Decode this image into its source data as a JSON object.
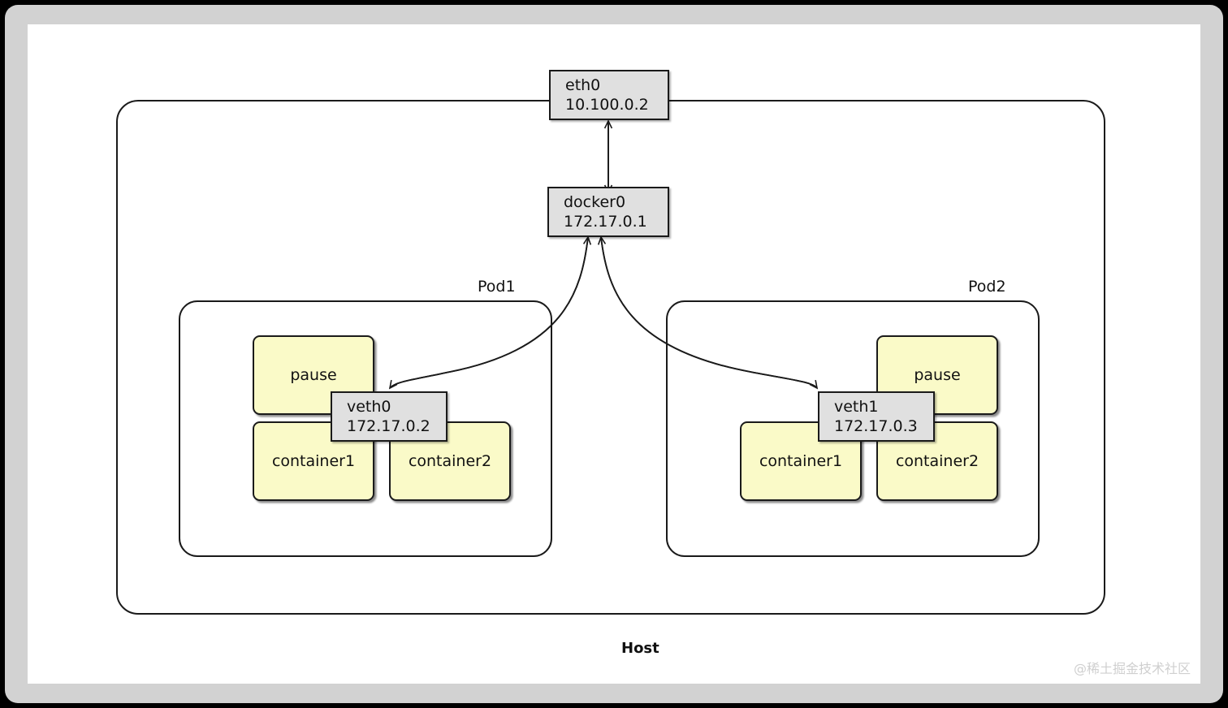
{
  "diagram": {
    "title_label": "Host",
    "watermark": "@稀土掘金技术社区",
    "colors": {
      "interface_fill": "#e0e0e0",
      "container_fill": "#fafac8",
      "stroke": "#1a1a1a",
      "page_background": "#000000",
      "frame": "#d2d2d2",
      "canvas": "#ffffff",
      "watermark_text": "#cfcfcf"
    },
    "interfaces": [
      {
        "id": "eth0",
        "name": "eth0",
        "ip": "10.100.0.2"
      },
      {
        "id": "docker0",
        "name": "docker0",
        "ip": "172.17.0.1"
      },
      {
        "id": "veth0",
        "name": "veth0",
        "ip": "172.17.0.2"
      },
      {
        "id": "veth1",
        "name": "veth1",
        "ip": "172.17.0.3"
      }
    ],
    "pods": [
      {
        "id": "pod1",
        "label": "Pod1",
        "pause_label": "pause",
        "containers": [
          "container1",
          "container2"
        ],
        "veth": "veth0"
      },
      {
        "id": "pod2",
        "label": "Pod2",
        "pause_label": "pause",
        "containers": [
          "container1",
          "container2"
        ],
        "veth": "veth1"
      }
    ],
    "connections": [
      {
        "from": "eth0",
        "to": "docker0",
        "direction": "bidirectional"
      },
      {
        "from": "veth0",
        "to": "docker0",
        "direction": "to"
      },
      {
        "from": "veth1",
        "to": "docker0",
        "direction": "to"
      }
    ]
  }
}
